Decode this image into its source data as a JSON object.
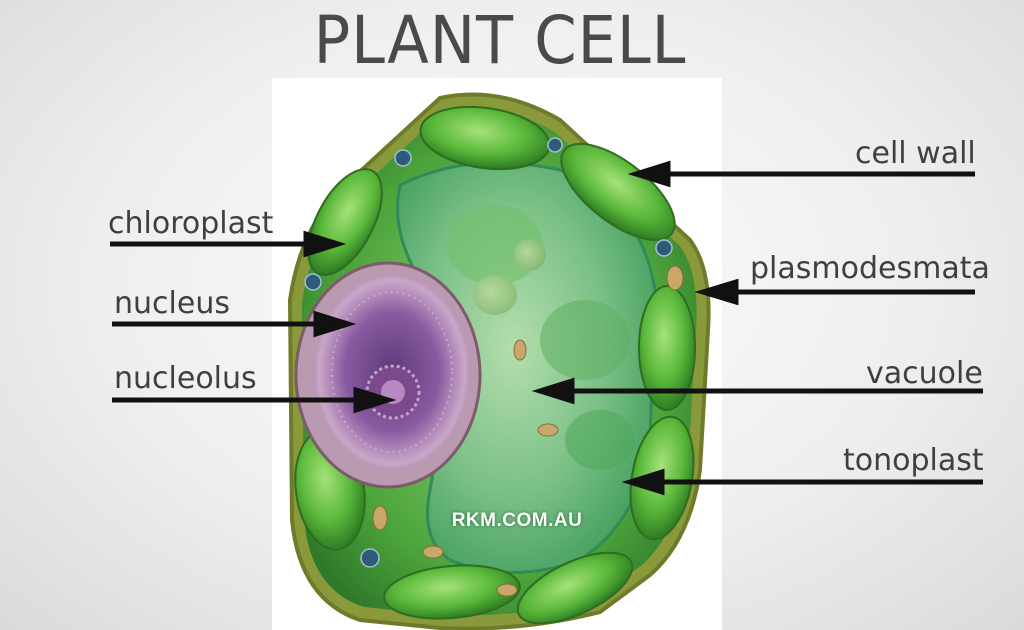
{
  "title": "PLANT CELL",
  "labels": {
    "cell_wall": "cell wall",
    "chloroplast": "chloroplast",
    "plasmodesmata": "plasmodesmata",
    "nucleus": "nucleus",
    "vacuole": "vacuole",
    "nucleolus": "nucleolus",
    "tonoplast": "tonoplast"
  },
  "watermark": "RKM.COM.AU",
  "colors": {
    "cell_green": "#3f9a3a",
    "chloroplast_green": "#59b83a",
    "vacuole_green": "#7cc18a",
    "nucleus_purple": "#9a6aa8",
    "arrow": "#111111"
  }
}
